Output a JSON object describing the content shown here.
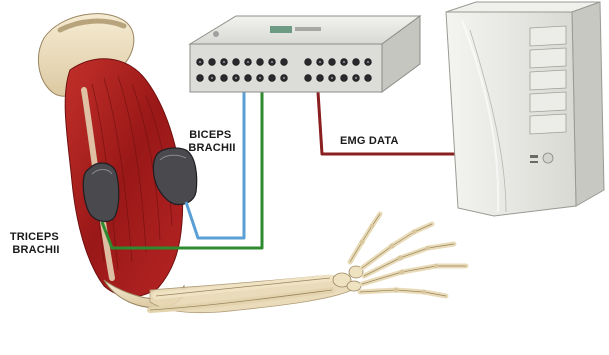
{
  "labels": {
    "biceps_line1": "BICEPS",
    "biceps_line2": "BRACHII",
    "triceps_line1": "TRICEPS",
    "triceps_line2": "BRACHII",
    "emg_data": "EMG DATA"
  },
  "colors": {
    "biceps_cable": "#5a9fd6",
    "triceps_cable": "#2e8a2e",
    "data_cable": "#8a1f1f",
    "muscle": "#a81c1c",
    "bone": "#f1e4c6",
    "amplifier_body": "#e8e8e6",
    "computer_body": "#e6e6e2"
  },
  "icons": {
    "amplifier": "emg-amplifier-icon",
    "computer": "computer-tower-icon",
    "electrode_biceps": "electrode-icon",
    "electrode_triceps": "electrode-icon"
  }
}
